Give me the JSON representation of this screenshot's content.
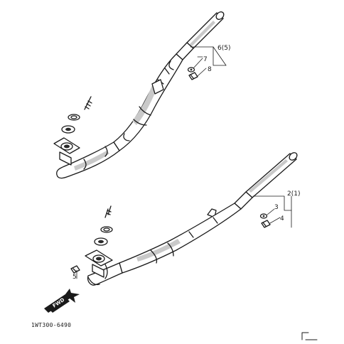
{
  "diagram_code": "1WT300-6490",
  "fwd_label": "FWD",
  "callouts": {
    "upper_muffler": "6(5)",
    "upper_gasket": "7",
    "upper_bolt": "8",
    "lower_muffler": "2(1)",
    "lower_gasket": "3",
    "lower_bolt": "4",
    "lower_exhaust_joint": "5"
  }
}
